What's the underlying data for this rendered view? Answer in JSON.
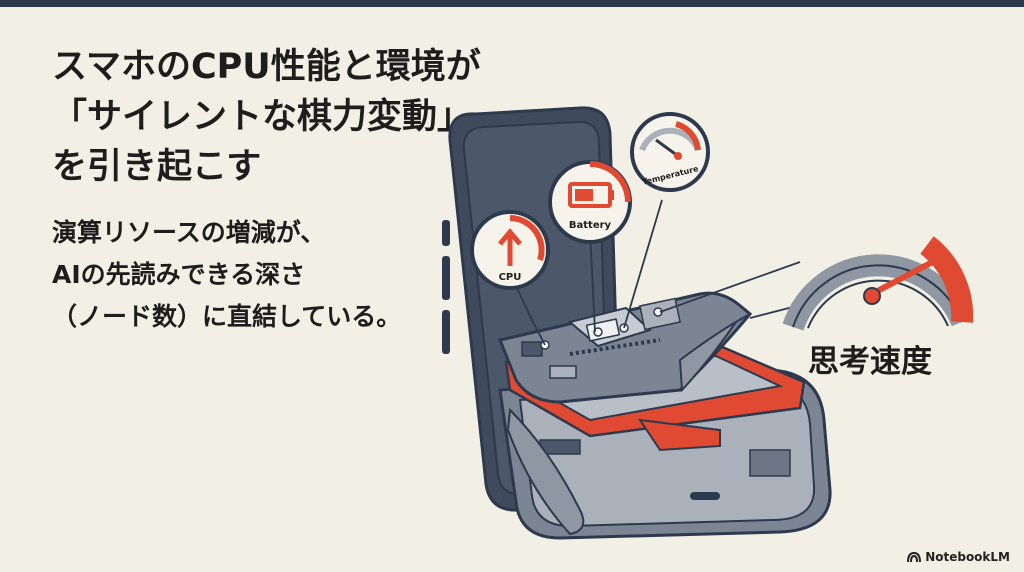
{
  "slide": {
    "title_lines": [
      "スマホのCPU性能と環境が",
      "「サイレントな棋力変動」",
      "を引き起こす"
    ],
    "body_lines": [
      "演算リソースの増減が、",
      "AIの先読みできる深さ",
      "（ノード数）に直結している。"
    ]
  },
  "diagram": {
    "callouts": {
      "cpu": "CPU",
      "battery": "Battery",
      "temperature": "Temperature"
    },
    "gauge_label": "思考速度"
  },
  "branding": {
    "name": "NotebookLM"
  },
  "colors": {
    "navy": "#2d3a4d",
    "accent_red": "#e04a33",
    "background": "#f2efe4",
    "gray": "#8f97a2"
  }
}
